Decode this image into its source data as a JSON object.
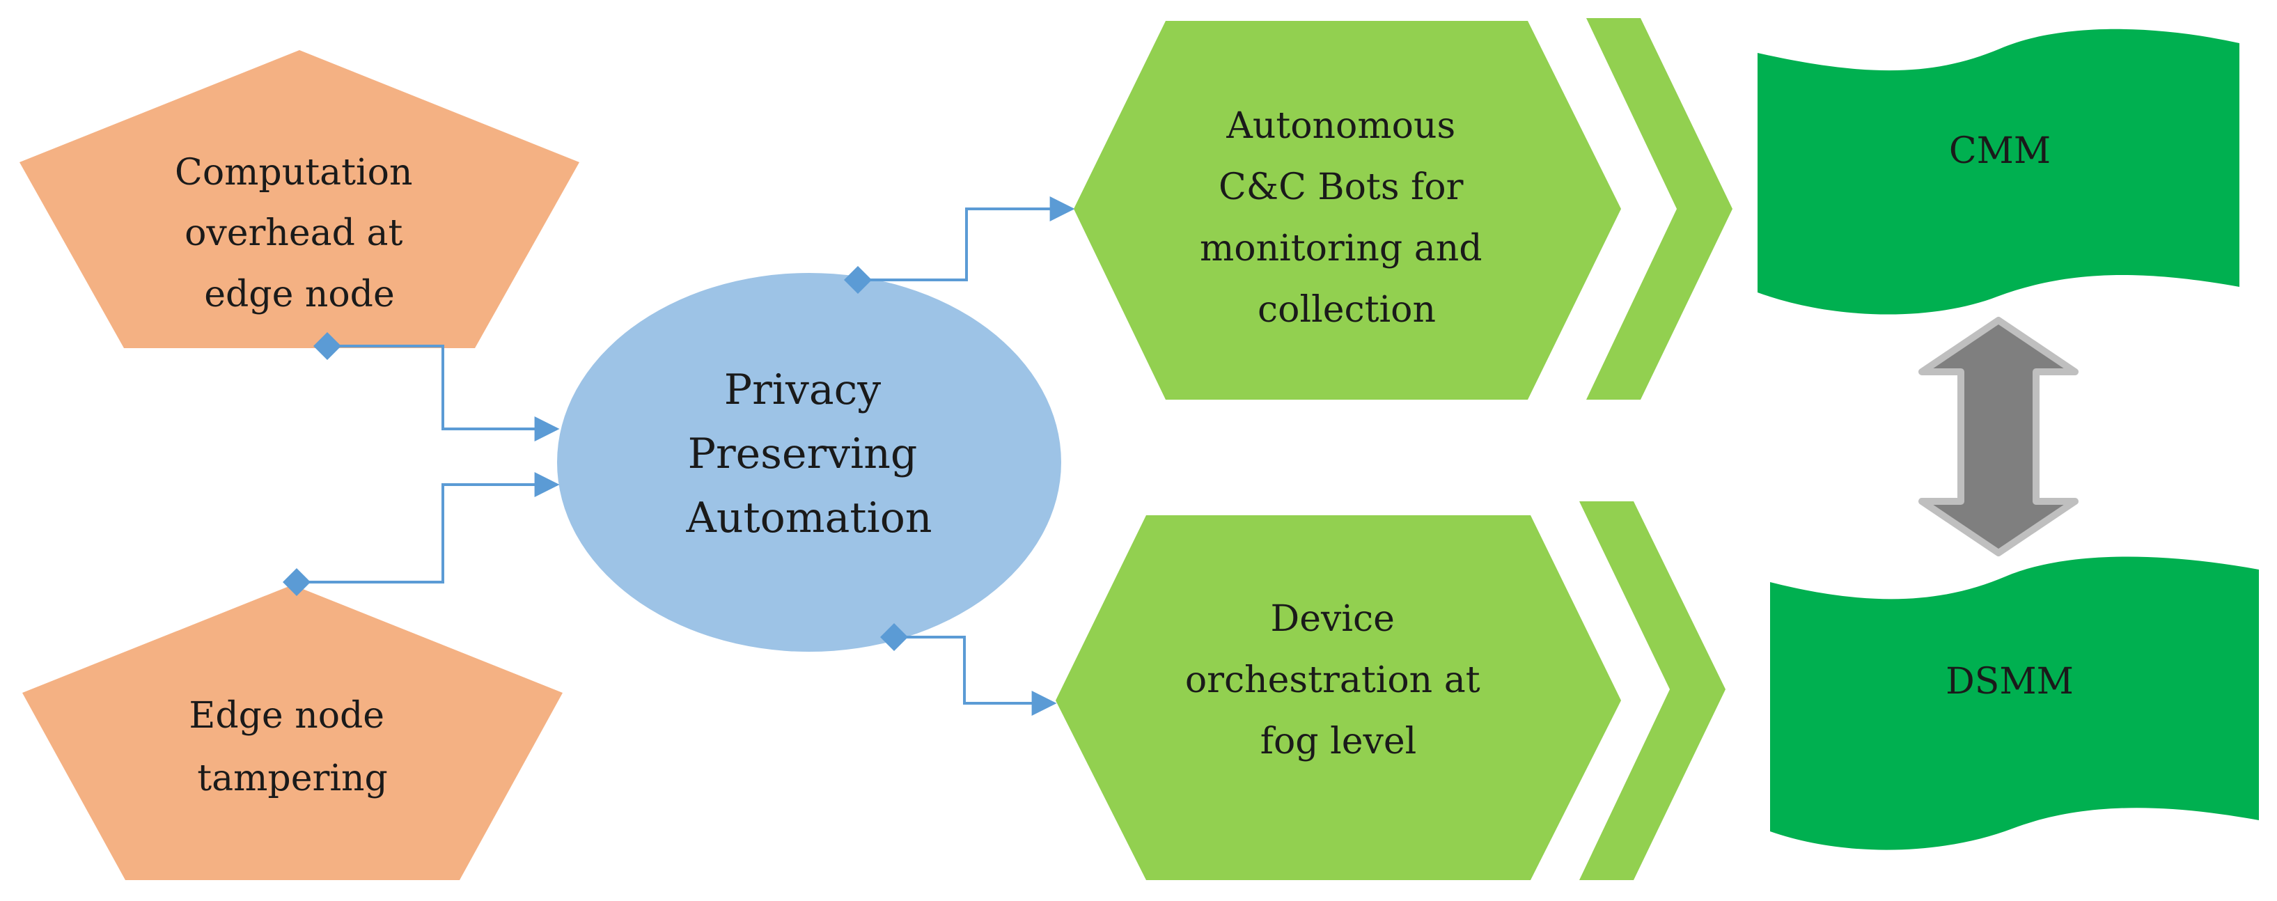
{
  "diagram": {
    "threats": {
      "computation": [
        "Computation",
        "overhead at",
        "edge node"
      ],
      "tampering": [
        "Edge node",
        "tampering"
      ]
    },
    "center": [
      "Privacy",
      "Preserving",
      "Automation"
    ],
    "outcomes": {
      "bots": [
        "Autonomous",
        "C&C Bots for",
        "monitoring and",
        "collection"
      ],
      "orchestration": [
        "Device",
        "orchestration at",
        "fog level"
      ]
    },
    "models": {
      "top": "CMM",
      "bottom": "DSMM"
    }
  },
  "colors": {
    "threat": "#f4b183",
    "center": "#9dc3e6",
    "outcome": "#92d050",
    "model": "#00b050",
    "connector": "#5b9bd5",
    "double_arrow": "#7f7f7f"
  }
}
